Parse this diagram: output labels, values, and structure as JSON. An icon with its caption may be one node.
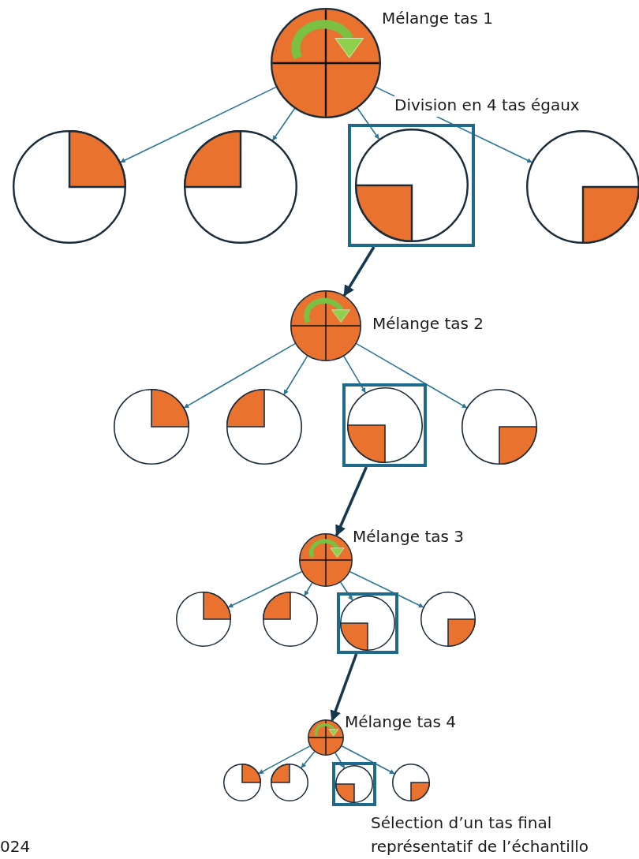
{
  "diagram": {
    "nodes": [
      {
        "text": [],
        "shape": "circle",
        "beside": [
          "Mélange tas 1"
        ]
      },
      {
        "text": [],
        "shape": "circle"
      },
      {
        "text": [],
        "shape": "circle"
      },
      {
        "text": [],
        "shape": "box"
      },
      {
        "text": [],
        "shape": "circle",
        "in": 3
      },
      {
        "text": [],
        "shape": "circle"
      },
      {
        "text": [],
        "shape": "circle",
        "beside": [
          "Mélange tas 2"
        ]
      },
      {
        "text": [],
        "shape": "circle"
      },
      {
        "text": [],
        "shape": "circle"
      },
      {
        "text": [],
        "shape": "box"
      },
      {
        "text": [],
        "shape": "circle",
        "in": 9
      },
      {
        "text": [],
        "shape": "circle"
      },
      {
        "text": [],
        "shape": "circle",
        "beside": [
          "Mélange tas 3"
        ]
      },
      {
        "text": [],
        "shape": "circle"
      },
      {
        "text": [],
        "shape": "circle"
      },
      {
        "text": [],
        "shape": "box"
      },
      {
        "text": [],
        "shape": "circle",
        "in": 15
      },
      {
        "text": [],
        "shape": "circle"
      },
      {
        "text": [],
        "shape": "circle",
        "beside": [
          "Mélange tas 4"
        ]
      },
      {
        "text": [],
        "shape": "circle"
      },
      {
        "text": [],
        "shape": "circle"
      },
      {
        "text": [],
        "shape": "box"
      },
      {
        "text": [],
        "shape": "circle",
        "in": 21
      },
      {
        "text": [],
        "shape": "circle"
      }
    ],
    "edges": [
      {
        "from": 0,
        "to": 1,
        "arrow": "to"
      },
      {
        "from": 0,
        "to": 2,
        "arrow": "to"
      },
      {
        "from": 0,
        "to": 4,
        "arrow": "to"
      },
      {
        "from": 0,
        "to": 5,
        "arrow": "to"
      },
      {
        "from": 3,
        "to": 6,
        "arrow": "to",
        "style": "thick",
        "color": "#15384f"
      },
      {
        "from": 6,
        "to": 7,
        "arrow": "to"
      },
      {
        "from": 6,
        "to": 8,
        "arrow": "to"
      },
      {
        "from": 6,
        "to": 10,
        "arrow": "to"
      },
      {
        "from": 6,
        "to": 11,
        "arrow": "to"
      },
      {
        "from": 9,
        "to": 12,
        "arrow": "to",
        "style": "thick",
        "color": "#15384f"
      },
      {
        "from": 12,
        "to": 13,
        "arrow": "to"
      },
      {
        "from": 12,
        "to": 14,
        "arrow": "to"
      },
      {
        "from": 12,
        "to": 16,
        "arrow": "to"
      },
      {
        "from": 12,
        "to": 17,
        "arrow": "to"
      },
      {
        "from": 15,
        "to": 18,
        "arrow": "to",
        "style": "thick",
        "color": "#15384f"
      },
      {
        "from": 18,
        "to": 19,
        "arrow": "to"
      },
      {
        "from": 18,
        "to": 20,
        "arrow": "to"
      },
      {
        "from": 18,
        "to": 22,
        "arrow": "to"
      },
      {
        "from": 18,
        "to": 23,
        "arrow": "to"
      }
    ],
    "labels": [
      "Division en 4 tas égaux",
      "Sélection d’un tas final représentatif de l’échantillo",
      "024"
    ]
  }
}
